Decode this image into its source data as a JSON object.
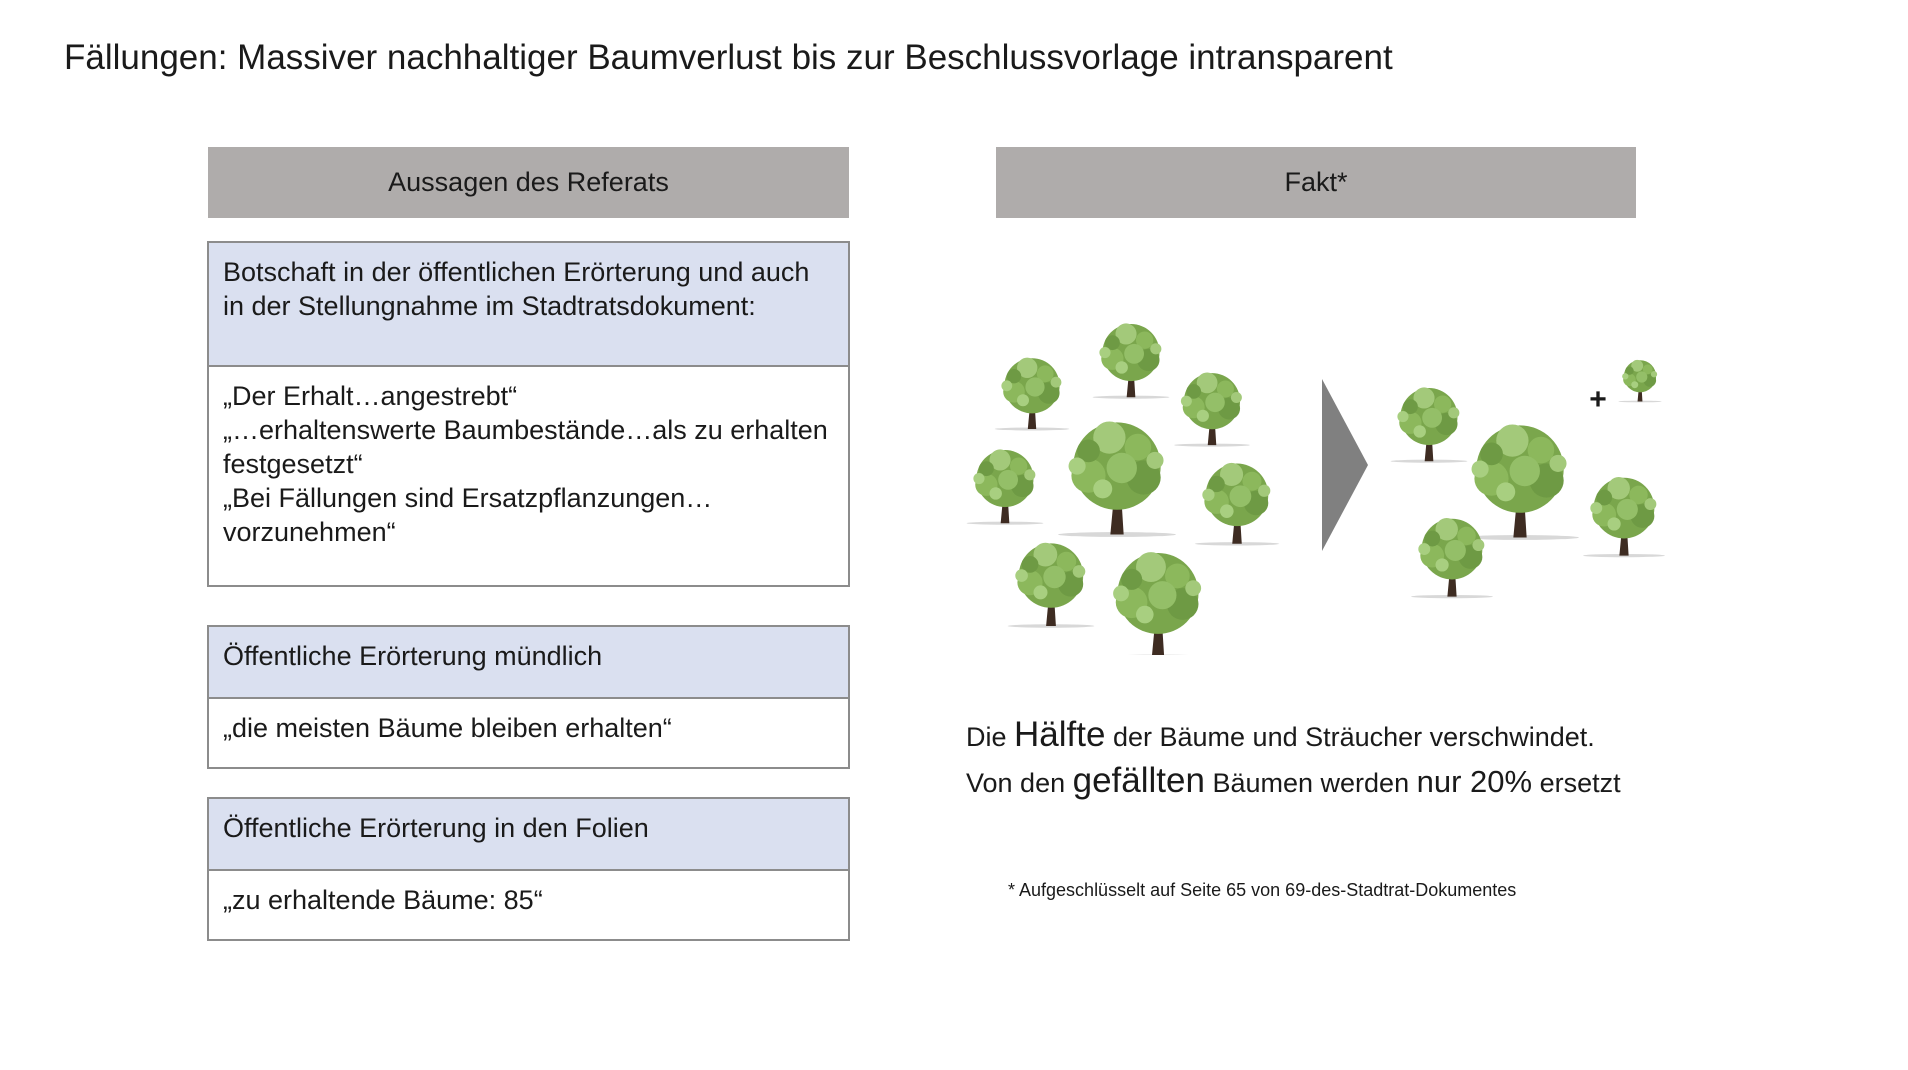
{
  "title": "Fällungen: Massiver nachhaltiger Baumverlust bis zur Beschlussvorlage intransparent",
  "left_column": {
    "header": "Aussagen des Referats",
    "cards": [
      {
        "heading": "Botschaft in der öffentlichen Erörterung und auch in der Stellungnahme im Stadtratsdokument:",
        "quotes": [
          "„Der Erhalt…angestrebt“",
          "„…erhaltenswerte Baumbestände…als zu erhalten festgesetzt“",
          "„Bei Fällungen sind Ersatzpflanzungen…vorzunehmen“"
        ]
      },
      {
        "heading": "Öffentliche Erörterung mündlich",
        "quotes": [
          "„die meisten Bäume bleiben erhalten“"
        ]
      },
      {
        "heading": "Öffentliche Erörterung in den Folien",
        "quotes": [
          "„zu erhaltende Bäume: 85“"
        ]
      }
    ]
  },
  "right_column": {
    "header": "Fakt*",
    "illustration": {
      "before_tree_count": 8,
      "after_tree_count": 4,
      "plus_symbol": "+",
      "arrow_color": "#808080",
      "foliage_color": "#7aa64c",
      "trunk_color": "#3e2c22"
    },
    "facts": {
      "line1": {
        "pre": "Die",
        "emph": "Hälfte",
        "post": "der Bäume und Sträucher verschwindet."
      },
      "line2": {
        "pre": "Von den",
        "emph1": "gefällten",
        "mid": "Bäumen werden",
        "emph2": "nur 20%",
        "post": "ersetzt"
      }
    },
    "footnote": "* Aufgeschlüsselt auf Seite 65 von 69-des-Stadtrat-Dokumentes"
  }
}
